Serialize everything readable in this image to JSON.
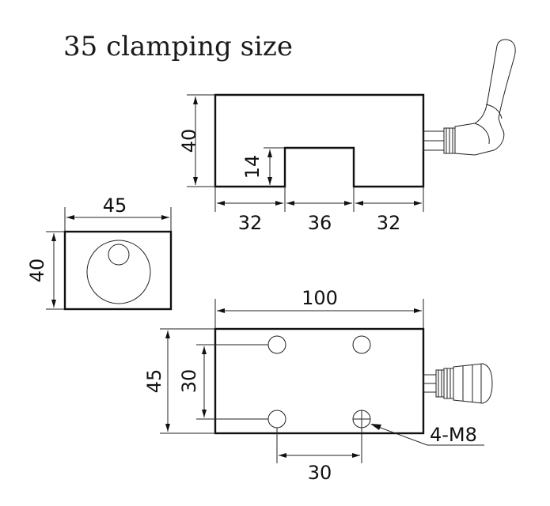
{
  "title": "35  clamping  size",
  "front_view": {
    "height": "40",
    "slot_depth": "14",
    "left_width": "32",
    "slot_width": "36",
    "right_width": "32"
  },
  "side_view": {
    "width": "45",
    "height": "40"
  },
  "top_view": {
    "length": "100",
    "width": "45",
    "hole_spacing_y": "30",
    "hole_spacing_x": "30",
    "thread_callout": "4-M8"
  }
}
